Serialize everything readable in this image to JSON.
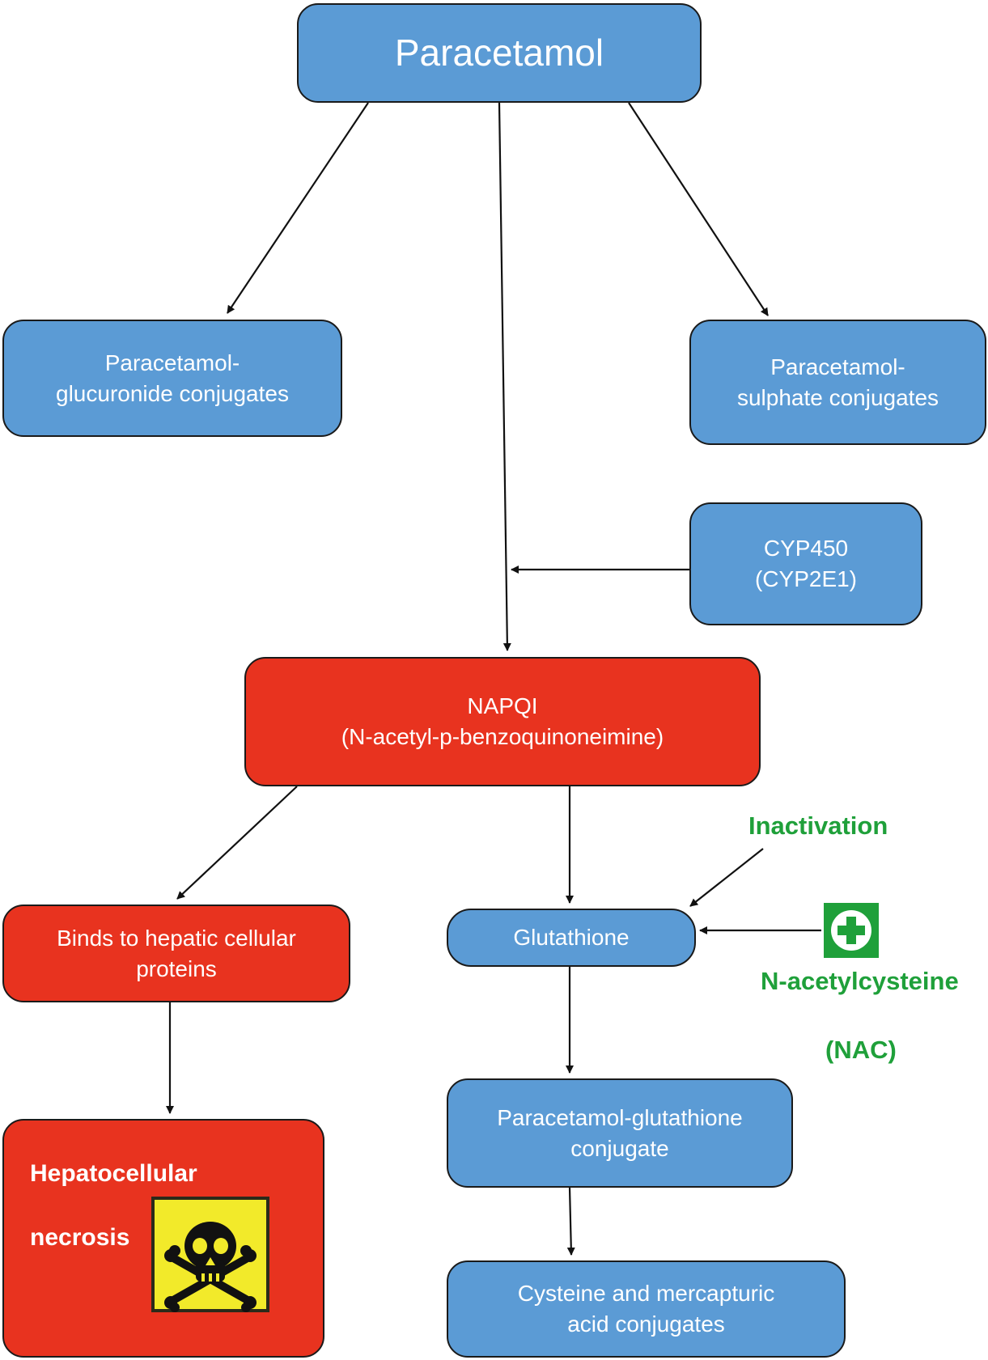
{
  "diagram": {
    "nodes": {
      "paracetamol": {
        "label": "Paracetamol"
      },
      "glucuronide": {
        "line1": "Paracetamol-",
        "line2": "glucuronide conjugates"
      },
      "sulphate": {
        "line1": "Paracetamol-",
        "line2": "sulphate conjugates"
      },
      "cyp": {
        "line1": "CYP450",
        "line2": "(CYP2E1)"
      },
      "napqi": {
        "line1": "NAPQI",
        "line2": "(N-acetyl-p-benzoquinoneimine)"
      },
      "binds": {
        "line1": "Binds to hepatic cellular",
        "line2": "proteins"
      },
      "necrosis": {
        "line1": "Hepatocellular",
        "line2": "necrosis",
        "icon": "skull-crossbones-hazard-icon"
      },
      "glutathione": {
        "label": "Glutathione"
      },
      "pgc": {
        "line1": "Paracetamol-glutathione",
        "line2": "conjugate"
      },
      "cysteine": {
        "line1": "Cysteine and mercapturic",
        "line2": "acid conjugates"
      }
    },
    "labels": {
      "inactivation": "Inactivation",
      "nac_name": "N-acetylcysteine",
      "nac_abbr": "(NAC)",
      "nac_icon": "green-plus-icon"
    },
    "colors": {
      "blue_node": "#5b9bd5",
      "red_node": "#e8331f",
      "green_text": "#1fa03a",
      "hazard_yellow": "#f2ea2a"
    }
  }
}
